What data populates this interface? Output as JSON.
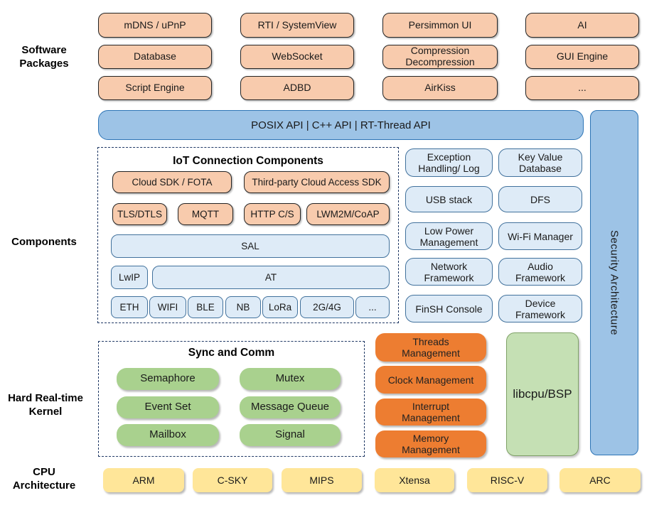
{
  "sidebar_labels": {
    "software_packages": "Software Packages",
    "components": "Components",
    "kernel": "Hard Real-time Kernel",
    "cpu": "CPU Architecture"
  },
  "software_packages": [
    "mDNS / uPnP",
    "RTI / SystemView",
    "Persimmon UI",
    "AI",
    "Database",
    "WebSocket",
    "Compression Decompression",
    "GUI Engine",
    "Script Engine",
    "ADBD",
    "AirKiss",
    "..."
  ],
  "api_bar": "POSIX API  |  C++ API  |  RT-Thread API",
  "security": "Security Architecture",
  "iot": {
    "title": "IoT Connection Components",
    "cloud_sdk": "Cloud SDK / FOTA",
    "third_party": "Third-party Cloud Access SDK",
    "protocols": [
      "TLS/DTLS",
      "MQTT",
      "HTTP C/S",
      "LWM2M/CoAP"
    ],
    "sal": "SAL",
    "lwip": "LwIP",
    "at": "AT",
    "links": [
      "ETH",
      "WIFI",
      "BLE",
      "NB",
      "LoRa",
      "2G/4G",
      "..."
    ]
  },
  "services": [
    "Exception Handling/ Log",
    "Key Value Database",
    "USB stack",
    "DFS",
    "Low Power Management",
    "Wi-Fi Manager",
    "Network Framework",
    "Audio Framework",
    "FinSH Console",
    "Device Framework"
  ],
  "kernel": {
    "sync_title": "Sync and Comm",
    "sync": [
      "Semaphore",
      "Mutex",
      "Event Set",
      "Message Queue",
      "Mailbox",
      "Signal"
    ],
    "management": [
      "Threads Management",
      "Clock Management",
      "Interrupt Management",
      "Memory Management"
    ],
    "libcpu": "libcpu/BSP"
  },
  "cpu_architectures": [
    "ARM",
    "C-SKY",
    "MIPS",
    "Xtensa",
    "RISC-V",
    "ARC"
  ],
  "colors": {
    "package_fill": "#F8CBAD",
    "api_fill": "#9DC3E6",
    "api_border": "#2E75B6",
    "service_fill": "#DEEBF7",
    "service_border": "#41719C",
    "kernel_orange": "#ED7D31",
    "green_pill": "#A9D18E",
    "libcpu_fill": "#C5E0B4",
    "cpu_yellow": "#FFE699",
    "dash_border": "#1F3864"
  }
}
